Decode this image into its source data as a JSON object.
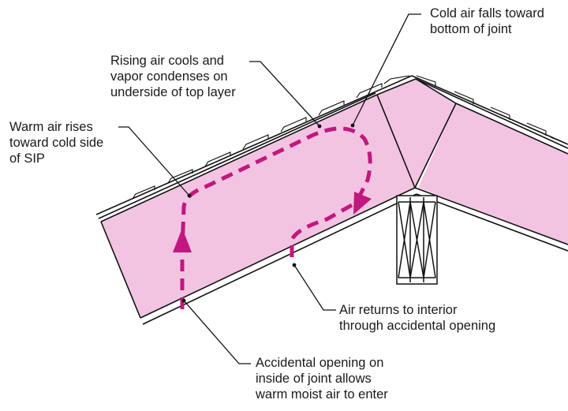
{
  "colors": {
    "panel_fill": "#f3c4e2",
    "airflow": "#c2177f",
    "line": "#111111",
    "background": "#ffffff"
  },
  "labels": {
    "cold_air": {
      "lines": [
        "Cold air falls toward",
        "bottom of joint"
      ]
    },
    "rising_air": {
      "lines": [
        "Rising air cools and",
        "vapor condenses on",
        "underside of top layer"
      ]
    },
    "warm_air": {
      "lines": [
        "Warm air rises",
        "toward cold side",
        "of SIP"
      ]
    },
    "air_returns": {
      "lines": [
        "Air returns to interior",
        "through accidental opening"
      ]
    },
    "accidental_opening": {
      "lines": [
        "Accidental opening on",
        "inside of joint allows",
        "warm moist air to enter"
      ]
    }
  },
  "icons": {
    "flow_arrow": "arrowhead-icon",
    "rafter": "cross-braced-beam-icon"
  }
}
